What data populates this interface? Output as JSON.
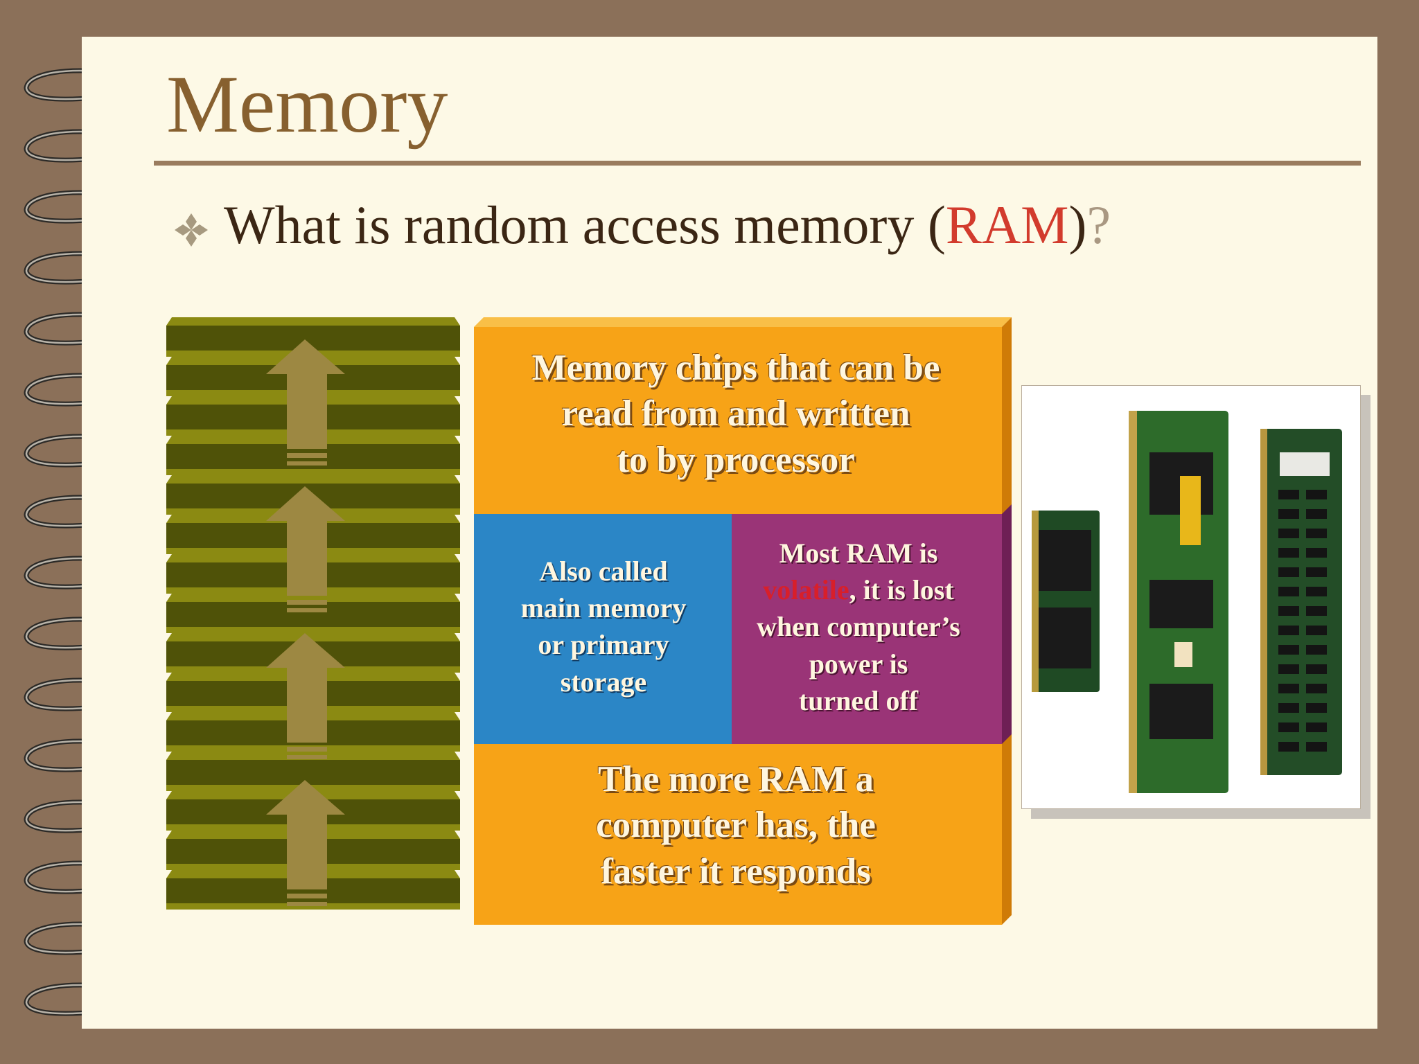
{
  "slide": {
    "title": "Memory",
    "bullet": {
      "prefix": "What is random access memory (",
      "term": "RAM",
      "close_paren": ")",
      "question_mark": "?"
    },
    "colors": {
      "background": "#8b7059",
      "page": "#fdf9e6",
      "title": "#87602f",
      "accent_red": "#d23b2d",
      "stack_dark": "#4f5208",
      "stack_light": "#8b8a12",
      "arrow": "#9d8842",
      "orange": "#f7a317",
      "blue": "#2b86c6",
      "purple": "#9a3477"
    }
  },
  "diagram": {
    "top_box": "Memory chips that can be read from and written to by processor",
    "top_lines": [
      "Memory chips that can be",
      "read from and written",
      "to by processor"
    ],
    "blue_box": [
      "Also called",
      "main memory",
      "or primary",
      "storage"
    ],
    "purple_box": {
      "line1": "Most RAM is",
      "highlight": "volatile",
      "line2_rest": ", it is lost",
      "line3": "when computer’s",
      "line4": "power is",
      "line5": "turned  off"
    },
    "bottom_lines": [
      "The more RAM a",
      "computer has, the",
      "faster it responds"
    ]
  },
  "image": {
    "subject": "ram-modules-photo"
  }
}
